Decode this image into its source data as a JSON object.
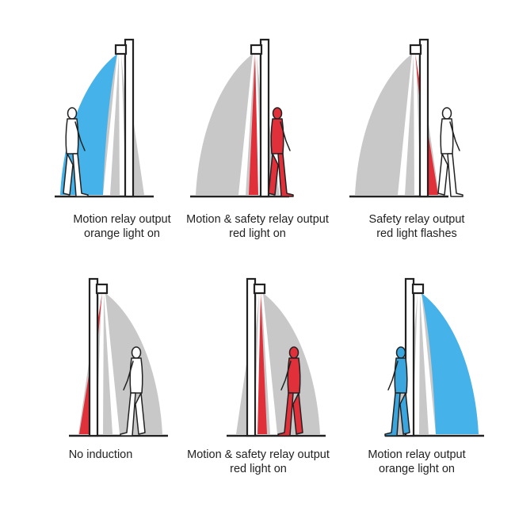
{
  "colors": {
    "motion_beam": "#45b3ea",
    "motion_person": "#3aa6dd",
    "safety_beam": "#e0303a",
    "inactive_beam": "#c8c8c8",
    "person_normal": "#ffffff",
    "outline": "#222222"
  },
  "panels": [
    {
      "id": "p1",
      "caption": [
        "Motion relay output",
        "orange light on"
      ],
      "side": "L",
      "person": "far",
      "blue": true,
      "red": false,
      "person_fill": "normal"
    },
    {
      "id": "p2",
      "caption": [
        "Motion & safety relay output",
        "red light on"
      ],
      "side": "L",
      "person": "mid",
      "blue": false,
      "red": true,
      "person_fill": "red"
    },
    {
      "id": "p3",
      "caption": [
        "Safety relay output",
        "red light flashes"
      ],
      "side": "L",
      "person": "near",
      "blue": false,
      "red": true,
      "person_fill": "normal"
    },
    {
      "id": "p4",
      "caption": [
        "No induction"
      ],
      "side": "R",
      "person": "near",
      "blue": false,
      "red": true,
      "person_fill": "normal"
    },
    {
      "id": "p5",
      "caption": [
        "Motion & safety relay output",
        "red light on"
      ],
      "side": "R",
      "person": "mid",
      "blue": false,
      "red": true,
      "person_fill": "red"
    },
    {
      "id": "p6",
      "caption": [
        "Motion relay output",
        "orange light on"
      ],
      "side": "R",
      "person": "far",
      "blue": true,
      "red": false,
      "person_fill": "blue"
    }
  ]
}
